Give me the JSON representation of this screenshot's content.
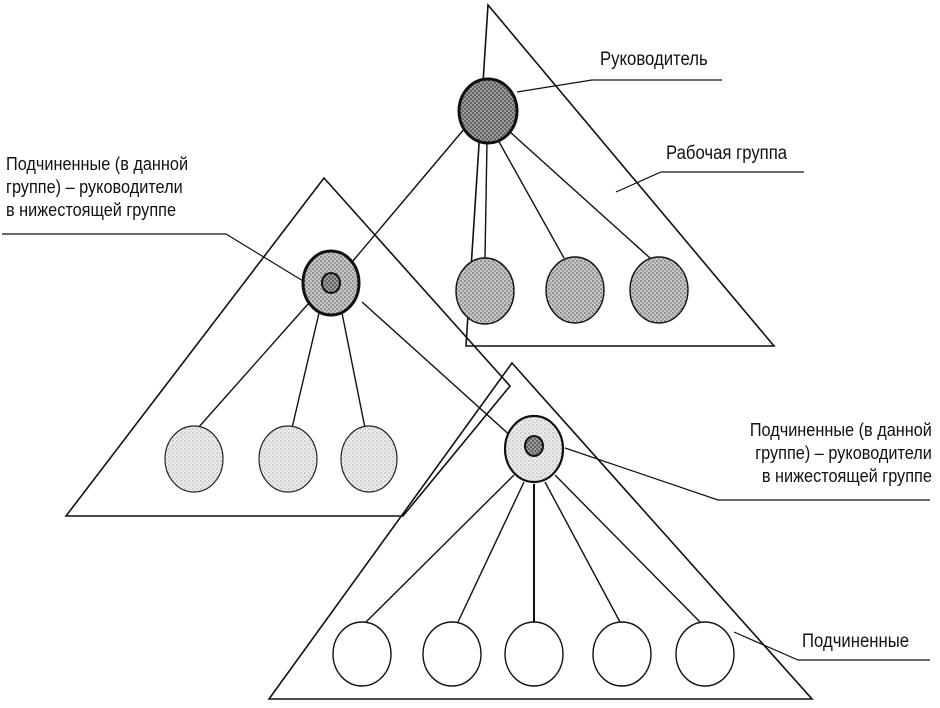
{
  "labels": {
    "leader": "Руководитель",
    "work_group": "Рабочая группа",
    "sub_leaders_left": [
      "Подчиненные (в данной",
      "группе) – руководители",
      "в нижестоящей группе"
    ],
    "sub_leaders_right": [
      "Подчиненные (в данной",
      "группе) – руководители",
      "в нижестоящей группе"
    ],
    "subordinates": "Подчиненные"
  },
  "groups": [
    {
      "level": "top",
      "leader": "leader-node",
      "members": 3
    },
    {
      "level": "middle",
      "leader": "sub-leader-node",
      "members": 3
    },
    {
      "level": "bottom",
      "leader": "sub-leader-node",
      "members": 5
    }
  ],
  "colors": {
    "line": "#111111",
    "leader_fill": "#8a8a8a",
    "top_member_fill": "#b9b9b9",
    "middle_member_fill": "#dedede",
    "bottom_member_fill": "#ffffff",
    "inner_dot_fill": "#8a8a8a"
  }
}
